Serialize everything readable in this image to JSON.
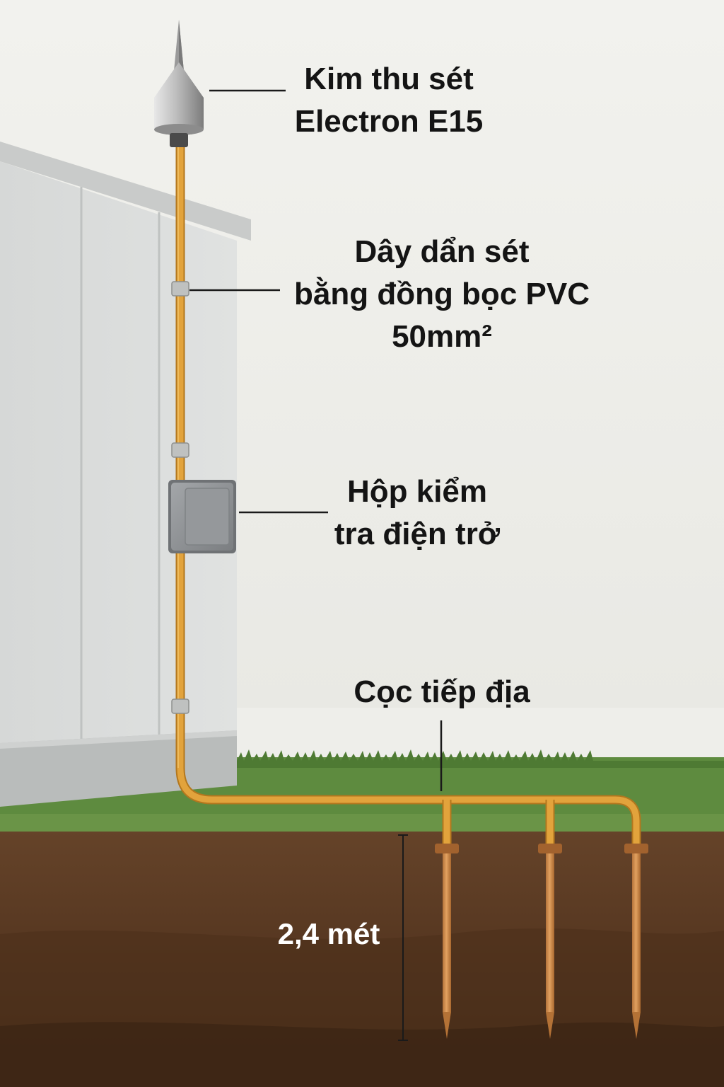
{
  "labels": {
    "lightning_rod": [
      "Kim thu sét",
      "Electron E15"
    ],
    "down_conductor": [
      "Dây dẩn sét",
      "bằng đồng bọc PVC",
      "50mm²"
    ],
    "test_box": [
      "Hộp kiểm",
      "tra điện trở"
    ],
    "ground_rods": [
      "Cọc tiếp địa"
    ],
    "rod_depth": "2,4 mét"
  },
  "colors": {
    "sky": "#eeeeea",
    "wall": "#dcdedd",
    "wall_shadow": "#b9bcbb",
    "copper_conductor": "#e0a038",
    "grass": "#5c8a3e",
    "soil": "#5a3a22",
    "soil_dark": "#3e2716",
    "ground_rod": "#c98a48",
    "clamp": "#a2622e",
    "rod_tip_metal": "#a8a8a8",
    "test_box": "#8f9295"
  },
  "icons": {
    "lightning_rod": "lightning-rod-icon",
    "test_box": "test-box-icon",
    "ground_rod": "ground-rod-icon"
  }
}
